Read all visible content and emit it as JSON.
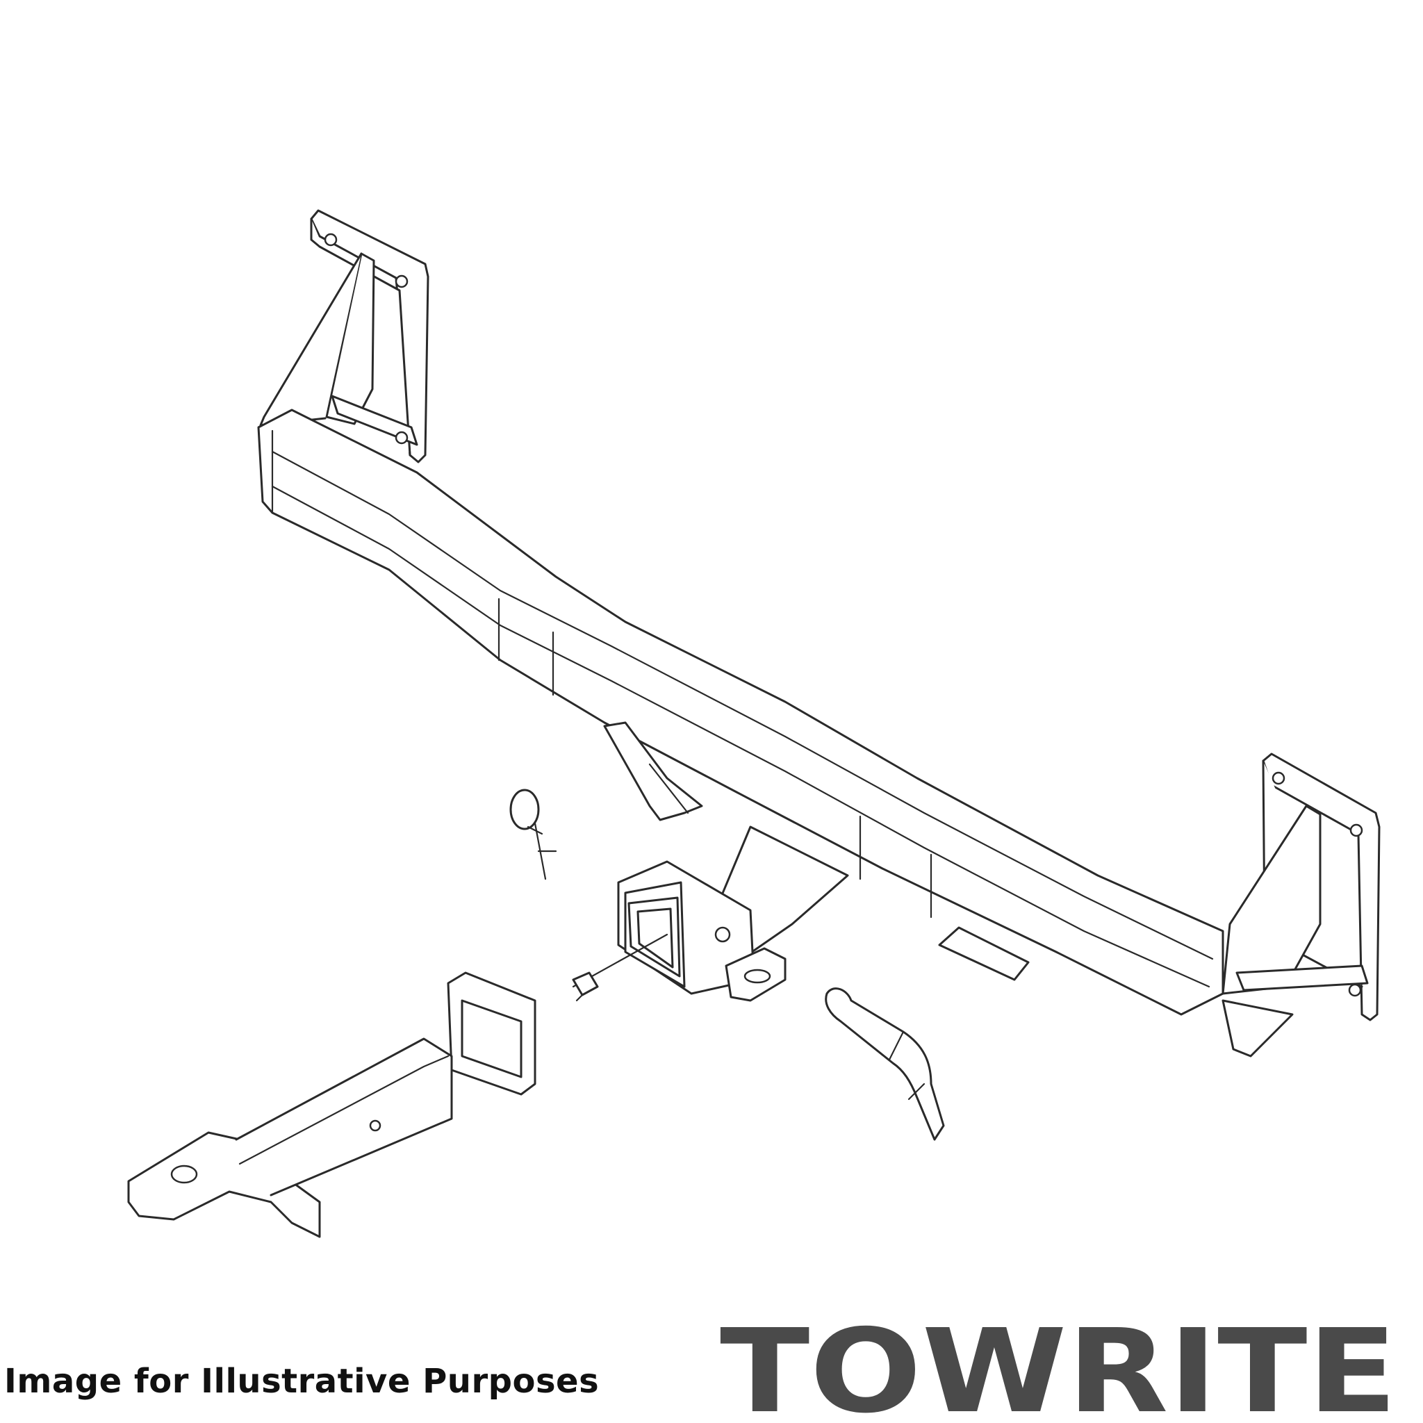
{
  "caption": "Image for Illustrative Purposes",
  "brand": {
    "name": "TOWRITE",
    "color": "#4a4a4a"
  },
  "colors": {
    "line": "#2a2a2a",
    "background": "#ffffff"
  },
  "parts": [
    "left-mounting-bracket",
    "crossbar",
    "right-mounting-bracket",
    "receiver-hitch",
    "safety-chain-loop",
    "hitch-pin-clip",
    "hitch-pin",
    "receiver-cover",
    "ball-mount-tongue",
    "spring-clip-pin"
  ]
}
